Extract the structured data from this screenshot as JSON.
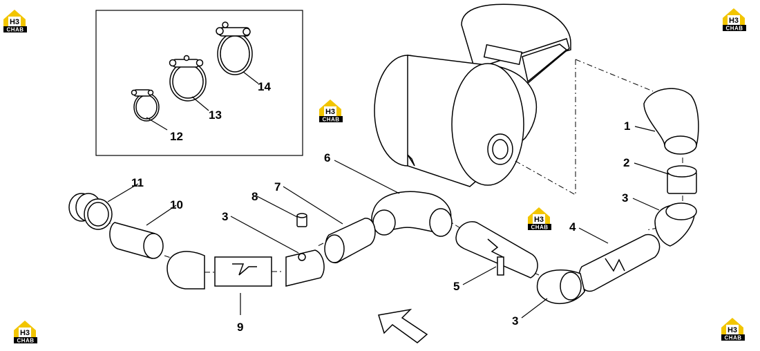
{
  "diagram": {
    "part_labels": [
      {
        "id": "1",
        "text": "1"
      },
      {
        "id": "2",
        "text": "2"
      },
      {
        "id": "3a",
        "text": "3"
      },
      {
        "id": "4",
        "text": "4"
      },
      {
        "id": "5",
        "text": "5"
      },
      {
        "id": "3b",
        "text": "3"
      },
      {
        "id": "6",
        "text": "6"
      },
      {
        "id": "7",
        "text": "7"
      },
      {
        "id": "8",
        "text": "8"
      },
      {
        "id": "3c",
        "text": "3"
      },
      {
        "id": "9",
        "text": "9"
      },
      {
        "id": "10",
        "text": "10"
      },
      {
        "id": "11",
        "text": "11"
      },
      {
        "id": "12",
        "text": "12"
      },
      {
        "id": "13",
        "text": "13"
      },
      {
        "id": "14",
        "text": "14"
      }
    ],
    "watermark": {
      "letters": "H3",
      "caption": "CHAB"
    }
  },
  "colors": {
    "logo_yellow": "#f2c500",
    "logo_black": "#000000",
    "line": "#000000"
  }
}
